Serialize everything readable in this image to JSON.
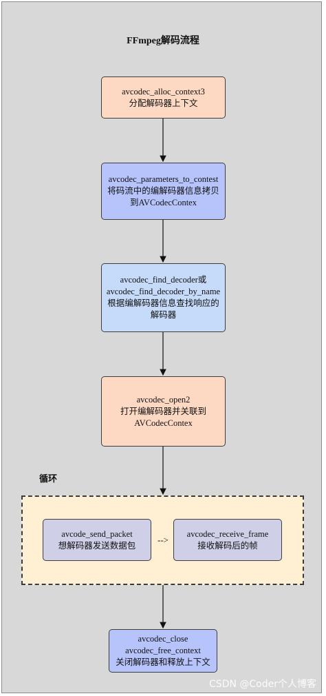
{
  "title": "FFmpeg解码流程",
  "nodes": {
    "alloc_context": [
      "avcodec_alloc_context3",
      "分配解码器上下文"
    ],
    "parameters": [
      "avcodec_parameters_to_contest",
      "将码流中的编解码器信息拷贝",
      "到AVCodecContex"
    ],
    "find_decoder": [
      "avcodec_find_decoder或",
      "avcodec_find_decoder_by_name",
      "根据编解码器信息查找响应的",
      "解码器"
    ],
    "open": [
      "avcodec_open2",
      "打开编解码器并关联到",
      "AVCodecContex"
    ],
    "send_packet": [
      "avcode_send_packet",
      "想解码器发送数据包"
    ],
    "receive_frame": [
      "avcodec_receive_frame",
      "接收解码后的帧"
    ],
    "close": [
      "avcodec_close",
      "avcodec_free_context",
      "关闭解码器和释放上下文"
    ]
  },
  "loop_label": "循环",
  "inner_arrow": "-->",
  "watermark": "CSDN @Coder个人博客",
  "colors": {
    "orange": "#fdd8c2",
    "blue": "#b6c4fb",
    "light_blue": "#c6dafa",
    "lavender": "#cfcfe8",
    "loop_fill": "#fff0d3",
    "background": "#d8d8d8"
  }
}
